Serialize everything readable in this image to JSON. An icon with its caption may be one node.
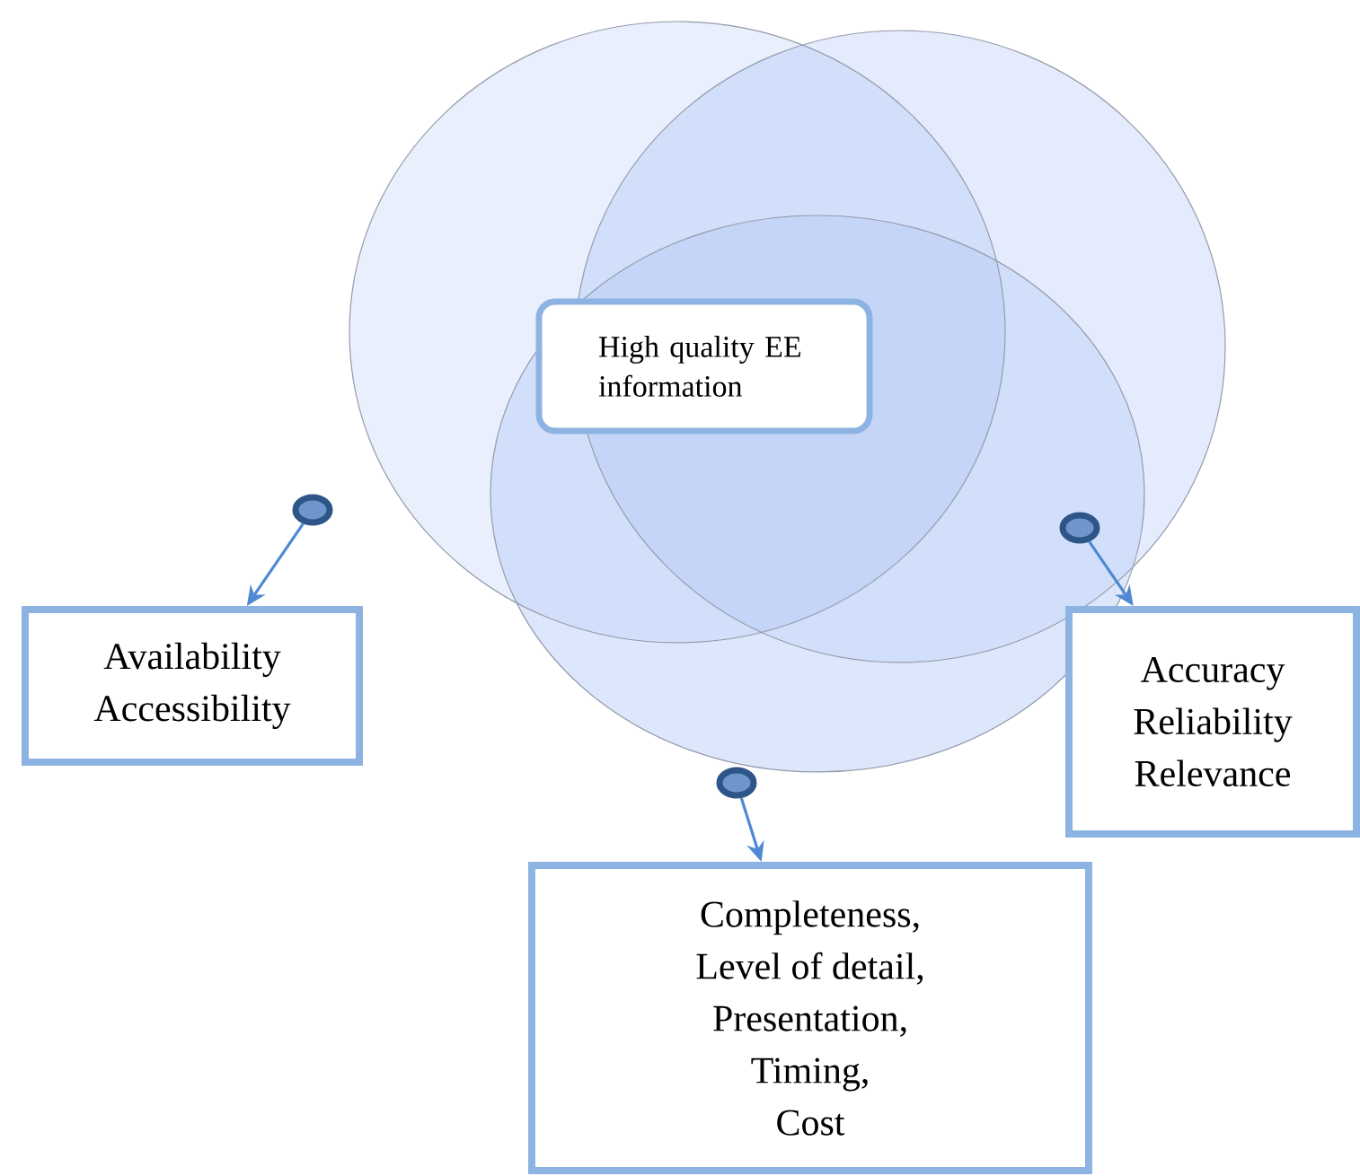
{
  "diagram": {
    "nodes": [
      {
        "text": [
          "High quality EE information"
        ]
      },
      {
        "text": [],
        "shape": "circle"
      },
      {
        "text": [],
        "shape": "circle"
      },
      {
        "text": [
          "Availability",
          "Accessibility"
        ]
      },
      {
        "text": [
          "Accuracy",
          "Reliability",
          "Relevance"
        ]
      },
      {
        "text": [],
        "shape": "circle"
      },
      {
        "text": [
          "Completeness,",
          "Level of detail,",
          "Presentation,",
          "Timing,",
          "Cost"
        ]
      }
    ],
    "edges": [
      {
        "from": 1,
        "to": 3,
        "arrow": "to"
      },
      {
        "from": 2,
        "to": 4,
        "arrow": "to"
      },
      {
        "from": 5,
        "to": 6,
        "arrow": "to"
      }
    ]
  }
}
